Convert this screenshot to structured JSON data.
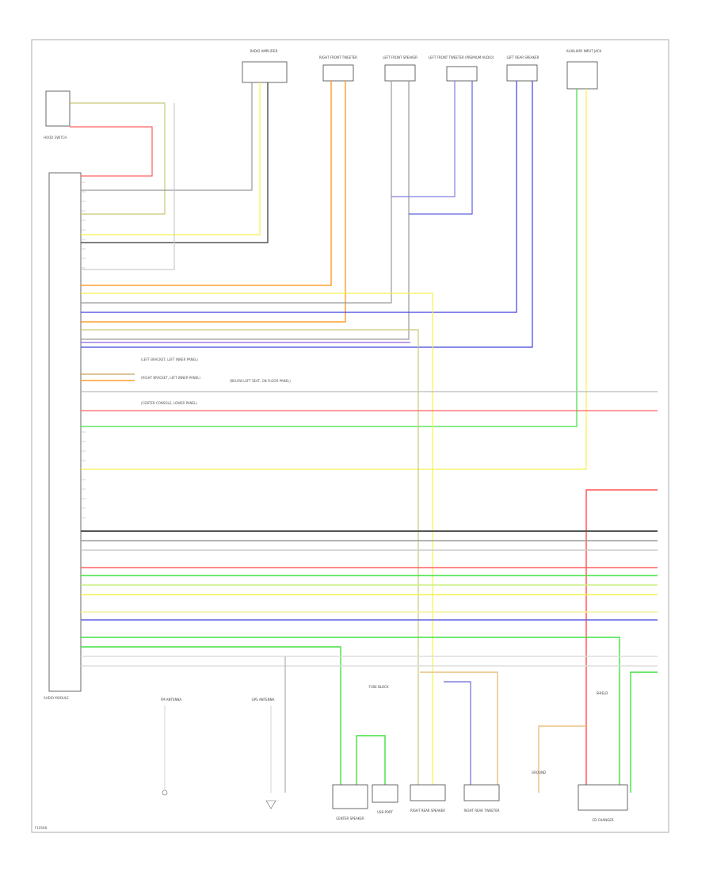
{
  "diagram": {
    "figure_id": "F10598",
    "connectors": {
      "radio_unit": "RADIO AMPLIFIER",
      "rf_speaker": "RIGHT FRONT TWEETER",
      "lf_speaker": "LEFT FRONT SPEAKER",
      "lf_tweeter": "LEFT FRONT TWEETER (PREMIUM AUDIO)",
      "lr_speaker": "LEFT REAR SPEAKER",
      "aux_jack": "AUXILIARY INPUT JACK",
      "audio_module": "AUDIO MODULE",
      "fm_antenna": "FM ANTENNA",
      "gps_antenna": "GPS ANTENNA",
      "center_speaker": "CENTER SPEAKER",
      "usb_port": "USB PORT",
      "rr_speaker": "RIGHT REAR SPEAKER",
      "rr_tweeter": "RIGHT REAR TWEETER",
      "cd_changer": "CD CHANGER",
      "hood_switch": "HOOD SWITCH"
    },
    "notes": {
      "n1": "(LEFT BRACKET, LEFT INNER PANEL)",
      "n2": "(RIGHT BRACKET, LEFT INNER PANEL)",
      "n3": "(BELOW LEFT SEAT, ON FLOOR PANEL)",
      "n4": "(CENTER CONSOLE, LOWER PANEL)"
    },
    "splices": {
      "ground": "GROUND",
      "shield": "SHIELD",
      "fuse_block": "FUSE BLOCK"
    },
    "legend": {
      "wire_colors": {
        "red": "#ff3030",
        "orange": "#ff8c00",
        "yellow": "#f2f24a",
        "green": "#40e040",
        "blue": "#4040e0",
        "violet": "#9060e0",
        "gray": "#999999",
        "black": "#333333",
        "tan": "#c8a060"
      }
    }
  }
}
